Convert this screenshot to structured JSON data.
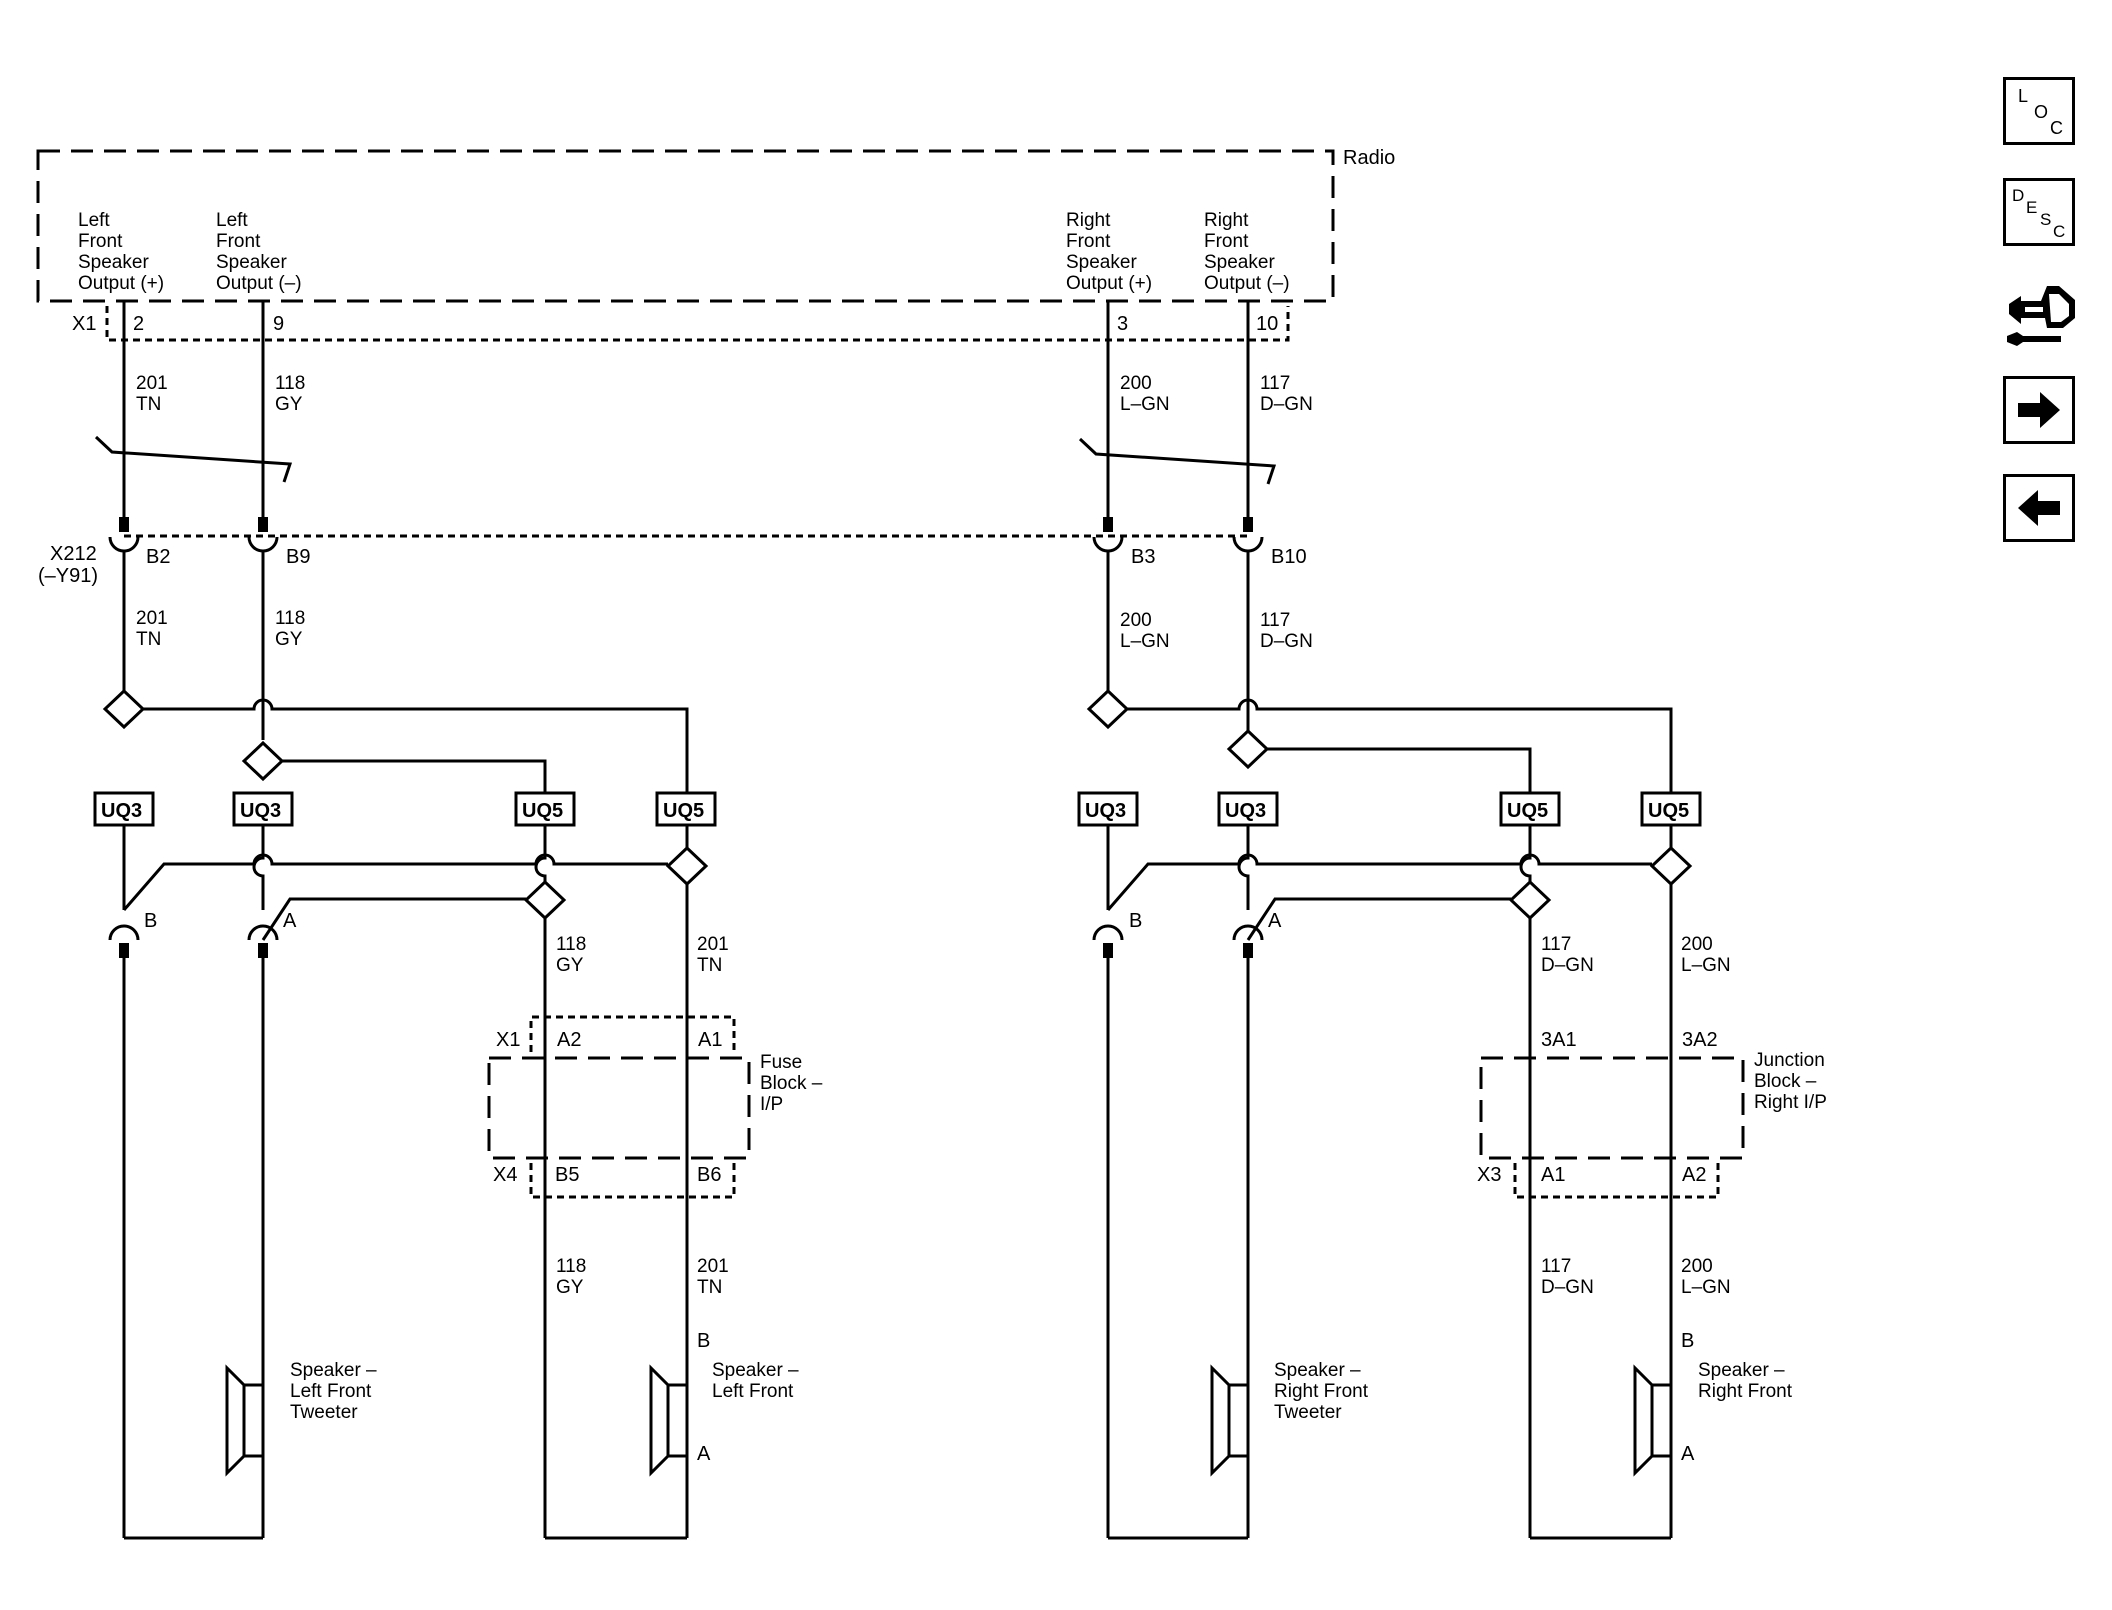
{
  "radio": {
    "title": "Radio",
    "connector": "X1",
    "outputs": [
      {
        "label": [
          "Left",
          "Front",
          "Speaker",
          "Output (+)"
        ],
        "pin": "2",
        "circuit": "201",
        "color": "TN"
      },
      {
        "label": [
          "Left",
          "Front",
          "Speaker",
          "Output (–)"
        ],
        "pin": "9",
        "circuit": "118",
        "color": "GY"
      },
      {
        "label": [
          "Right",
          "Front",
          "Speaker",
          "Output (+)"
        ],
        "pin": "3",
        "circuit": "200",
        "color": "L–GN"
      },
      {
        "label": [
          "Right",
          "Front",
          "Speaker",
          "Output (–)"
        ],
        "pin": "10",
        "circuit": "117",
        "color": "D–GN"
      }
    ]
  },
  "inline_connector": {
    "name": "X212",
    "option": "(–Y91)",
    "pins": [
      "B2",
      "B9",
      "B3",
      "B10"
    ]
  },
  "option_boxes": {
    "uq3": "UQ3",
    "uq5": "UQ5"
  },
  "fuse_block": {
    "title": [
      "Fuse",
      "Block –",
      "I/P"
    ],
    "top_connector": "X1",
    "top_pins": [
      "A2",
      "A1"
    ],
    "bottom_connector": "X4",
    "bottom_pins": [
      "B5",
      "B6"
    ]
  },
  "junction_block": {
    "title": [
      "Junction",
      "Block –",
      "Right I/P"
    ],
    "top_pins": [
      "3A1",
      "3A2"
    ],
    "bottom_connector": "X3",
    "bottom_pins": [
      "A1",
      "A2"
    ]
  },
  "splice_pins": {
    "b": "B",
    "a": "A"
  },
  "left_wires": {
    "w118": {
      "circuit": "118",
      "color": "GY"
    },
    "w201": {
      "circuit": "201",
      "color": "TN"
    }
  },
  "right_wires": {
    "w117": {
      "circuit": "117",
      "color": "D–GN"
    },
    "w200": {
      "circuit": "200",
      "color": "L–GN"
    }
  },
  "speakers": {
    "left_tweeter": [
      "Speaker –",
      "Left Front",
      "Tweeter"
    ],
    "left_front": [
      "Speaker –",
      "Left Front"
    ],
    "right_tweeter": [
      "Speaker –",
      "Right Front",
      "Tweeter"
    ],
    "right_front": [
      "Speaker –",
      "Right Front"
    ],
    "pin_b": "B",
    "pin_a": "A"
  },
  "nav": {
    "loc": {
      "l1": "L",
      "l2": "O",
      "l3": "C"
    },
    "desc": {
      "l1": "D",
      "l2": "E",
      "l3": "S",
      "l4": "C"
    },
    "icons": [
      "connector-tool-icon",
      "arrow-right-icon",
      "arrow-left-icon"
    ]
  }
}
